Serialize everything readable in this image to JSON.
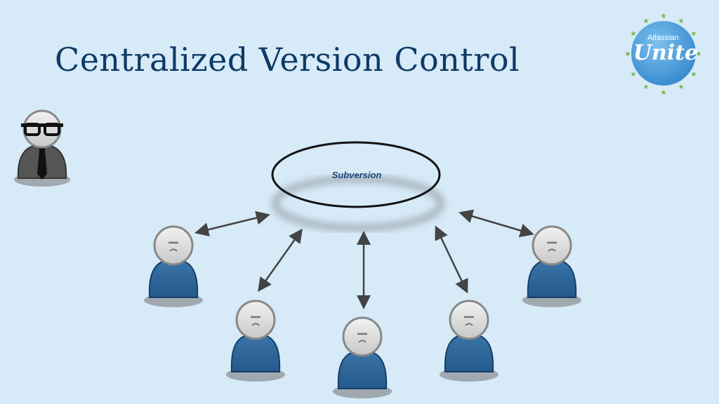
{
  "slide": {
    "title": "Centralized Version Control",
    "background": "#d6eaf7",
    "title_color": "#0e3a66"
  },
  "logo": {
    "brand": "Atlassian",
    "event": "Unite",
    "globe_color": "#4a9bd8",
    "star_color": "#7cb342"
  },
  "diagram": {
    "central_repository": {
      "label": "Subversion",
      "shape": "ellipse"
    },
    "manager": {
      "icon": "manager-with-glasses-and-tie-icon",
      "color": "#555555"
    },
    "developers": [
      {
        "icon": "developer-icon",
        "position": "far-left"
      },
      {
        "icon": "developer-icon",
        "position": "left"
      },
      {
        "icon": "developer-icon",
        "position": "center"
      },
      {
        "icon": "developer-icon",
        "position": "right"
      },
      {
        "icon": "developer-icon",
        "position": "far-right"
      }
    ],
    "connections": "bidirectional-arrows",
    "developer_body_color": "#2e6496",
    "arrow_color": "#444444"
  }
}
